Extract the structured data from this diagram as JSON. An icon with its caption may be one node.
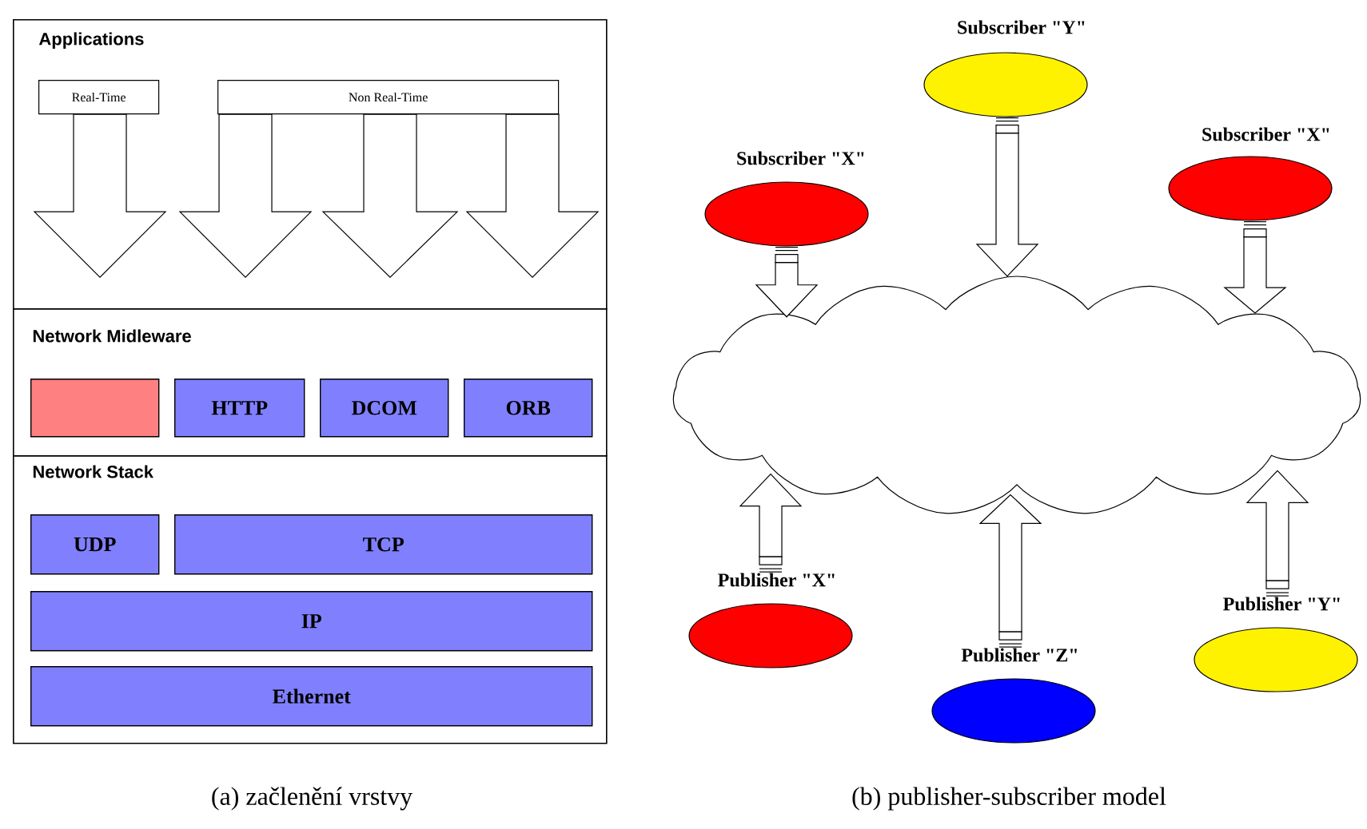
{
  "diagram": {
    "nodes": [
      {
        "text": [
          "Applications"
        ]
      },
      {
        "text": [
          "Real-Time"
        ],
        "in": 0
      },
      {
        "text": [
          "Non Real-Time"
        ],
        "in": 0
      },
      {
        "text": [
          "Network Midleware"
        ]
      },
      {
        "text": [],
        "shape": "box",
        "in": 3
      },
      {
        "text": [
          "HTTP"
        ],
        "in": 3
      },
      {
        "text": [
          "DCOM"
        ],
        "in": 3
      },
      {
        "text": [
          "ORB"
        ],
        "in": 3
      },
      {
        "text": [
          "Network Stack"
        ]
      },
      {
        "text": [
          "UDP"
        ],
        "in": 8
      },
      {
        "text": [
          "TCP"
        ],
        "in": 8
      },
      {
        "text": [
          "IP"
        ],
        "in": 8
      },
      {
        "text": [
          "Ethernet"
        ],
        "in": 8
      },
      {
        "text": [],
        "shape": "cloud"
      },
      {
        "text": [
          "Subscriber \"Y\""
        ]
      },
      {
        "text": [
          "Subscriber \"X\""
        ]
      },
      {
        "text": [
          "Subscriber \"X\""
        ]
      },
      {
        "text": [
          "Publisher \"X\""
        ]
      },
      {
        "text": [
          "Publisher \"Z\""
        ]
      },
      {
        "text": [
          "Publisher \"Y\""
        ]
      }
    ],
    "edges": [
      {
        "from": 1,
        "to": null,
        "arrow": "to"
      },
      {
        "from": 2,
        "to": null,
        "arrow": "to"
      },
      {
        "from": 2,
        "to": null,
        "arrow": "to"
      },
      {
        "from": 2,
        "to": null,
        "arrow": "to"
      },
      {
        "from": 15,
        "to": 13,
        "arrow": "to"
      },
      {
        "from": 14,
        "to": 13,
        "arrow": "to"
      },
      {
        "from": 16,
        "to": 13,
        "arrow": "to"
      },
      {
        "from": 17,
        "to": 13,
        "arrow": "to"
      },
      {
        "from": 18,
        "to": 13,
        "arrow": "to"
      },
      {
        "from": 19,
        "to": 13,
        "arrow": "to"
      }
    ],
    "labels": [
      "(a) začlenění vrstvy",
      "(b) publisher-subscriber model"
    ]
  }
}
